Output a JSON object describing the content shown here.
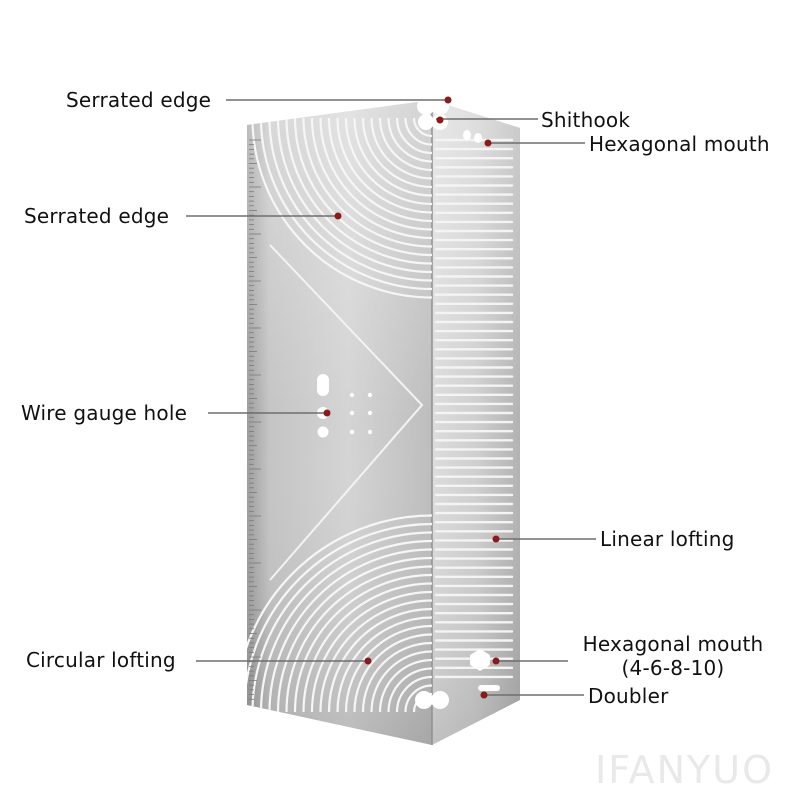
{
  "callouts": {
    "serrated_edge_top": "Serrated edge",
    "shithook": "Shithook",
    "hexagonal_mouth_top": "Hexagonal mouth",
    "serrated_edge_left": "Serrated edge",
    "wire_gauge_hole": "Wire gauge hole",
    "linear_lofting": "Linear lofting",
    "hexagonal_mouth_bottom": "Hexagonal mouth",
    "hexagonal_mouth_sizes": "(4-6-8-10)",
    "doubler": "Doubler",
    "circular_lofting": "Circular lofting"
  },
  "watermark": "IFANYUO",
  "colors": {
    "marker": "#8b1a1a",
    "leader_line": "#6e6e6e",
    "plate_light": "#e6e6e6",
    "plate_dark": "#a9a9a9",
    "background": "#ffffff"
  }
}
